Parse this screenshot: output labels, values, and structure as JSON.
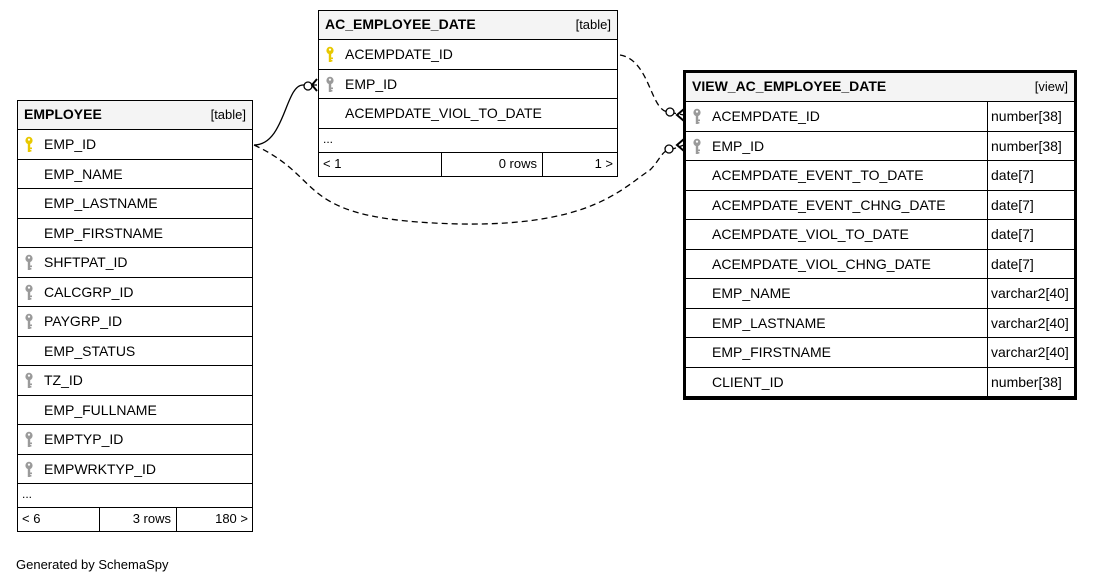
{
  "colors": {
    "primary_key": "#e8c800",
    "foreign_key": "#9a9a9a",
    "header_bg": "#f4f4f4"
  },
  "tables": {
    "employee": {
      "name": "EMPLOYEE",
      "type": "[table]",
      "columns": [
        {
          "name": "EMP_ID",
          "key": "primary-key-icon"
        },
        {
          "name": "EMP_NAME",
          "key": ""
        },
        {
          "name": "EMP_LASTNAME",
          "key": ""
        },
        {
          "name": "EMP_FIRSTNAME",
          "key": ""
        },
        {
          "name": "SHFTPAT_ID",
          "key": "foreign-key-icon"
        },
        {
          "name": "CALCGRP_ID",
          "key": "foreign-key-icon"
        },
        {
          "name": "PAYGRP_ID",
          "key": "foreign-key-icon"
        },
        {
          "name": "EMP_STATUS",
          "key": ""
        },
        {
          "name": "TZ_ID",
          "key": "foreign-key-icon"
        },
        {
          "name": "EMP_FULLNAME",
          "key": ""
        },
        {
          "name": "EMPTYP_ID",
          "key": "foreign-key-icon"
        },
        {
          "name": "EMPWRKTYP_ID",
          "key": "foreign-key-icon"
        }
      ],
      "more": "...",
      "footer": {
        "parents": "< 6",
        "rows": "3 rows",
        "children": "180 >"
      }
    },
    "ac_employee_date": {
      "name": "AC_EMPLOYEE_DATE",
      "type": "[table]",
      "columns": [
        {
          "name": "ACEMPDATE_ID",
          "key": "primary-key-icon"
        },
        {
          "name": "EMP_ID",
          "key": "foreign-key-icon"
        },
        {
          "name": "ACEMPDATE_VIOL_TO_DATE",
          "key": ""
        }
      ],
      "more": "...",
      "footer": {
        "parents": "< 1",
        "rows": "0 rows",
        "children": "1 >"
      }
    },
    "view_ac_employee_date": {
      "name": "VIEW_AC_EMPLOYEE_DATE",
      "type": "[view]",
      "columns": [
        {
          "name": "ACEMPDATE_ID",
          "type": "number[38]",
          "key": "foreign-key-icon"
        },
        {
          "name": "EMP_ID",
          "type": "number[38]",
          "key": "foreign-key-icon"
        },
        {
          "name": "ACEMPDATE_EVENT_TO_DATE",
          "type": "date[7]",
          "key": ""
        },
        {
          "name": "ACEMPDATE_EVENT_CHNG_DATE",
          "type": "date[7]",
          "key": ""
        },
        {
          "name": "ACEMPDATE_VIOL_TO_DATE",
          "type": "date[7]",
          "key": ""
        },
        {
          "name": "ACEMPDATE_VIOL_CHNG_DATE",
          "type": "date[7]",
          "key": ""
        },
        {
          "name": "EMP_NAME",
          "type": "varchar2[40]",
          "key": ""
        },
        {
          "name": "EMP_LASTNAME",
          "type": "varchar2[40]",
          "key": ""
        },
        {
          "name": "EMP_FIRSTNAME",
          "type": "varchar2[40]",
          "key": ""
        },
        {
          "name": "CLIENT_ID",
          "type": "number[38]",
          "key": ""
        }
      ]
    }
  },
  "footer_text": "Generated by SchemaSpy"
}
